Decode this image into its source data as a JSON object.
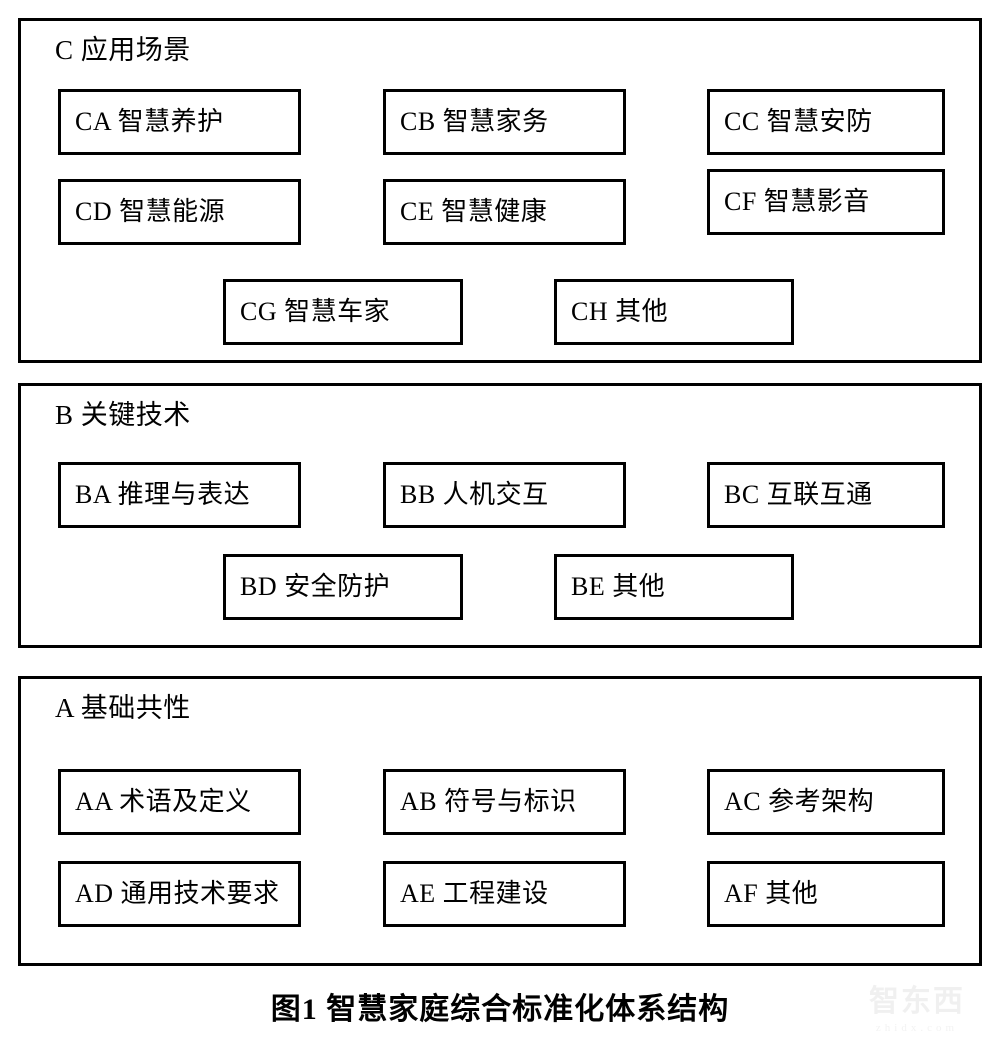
{
  "figure": {
    "caption": "图1 智慧家庭综合标准化体系结构",
    "sections": [
      {
        "id": "C",
        "title": "C 应用场景",
        "items": [
          {
            "code": "CA",
            "label": "CA 智慧养护"
          },
          {
            "code": "CB",
            "label": "CB 智慧家务"
          },
          {
            "code": "CC",
            "label": "CC 智慧安防"
          },
          {
            "code": "CD",
            "label": "CD 智慧能源"
          },
          {
            "code": "CE",
            "label": "CE 智慧健康"
          },
          {
            "code": "CF",
            "label": "CF 智慧影音"
          },
          {
            "code": "CG",
            "label": "CG 智慧车家"
          },
          {
            "code": "CH",
            "label": "CH  其他"
          }
        ]
      },
      {
        "id": "B",
        "title": "B 关键技术",
        "items": [
          {
            "code": "BA",
            "label": "BA 推理与表达"
          },
          {
            "code": "BB",
            "label": "BB 人机交互"
          },
          {
            "code": "BC",
            "label": "BC 互联互通"
          },
          {
            "code": "BD",
            "label": "BD 安全防护"
          },
          {
            "code": "BE",
            "label": "BE 其他"
          }
        ]
      },
      {
        "id": "A",
        "title": "A 基础共性",
        "items": [
          {
            "code": "AA",
            "label": "AA 术语及定义"
          },
          {
            "code": "AB",
            "label": "AB 符号与标识"
          },
          {
            "code": "AC",
            "label": "AC 参考架构"
          },
          {
            "code": "AD",
            "label": "AD 通用技术要求"
          },
          {
            "code": "AE",
            "label": "AE 工程建设"
          },
          {
            "code": "AF",
            "label": "AF 其他"
          }
        ]
      }
    ]
  },
  "watermark": {
    "brand": "智东西",
    "site": "zhidx.com"
  },
  "colors": {
    "stroke": "#000000",
    "background": "#ffffff",
    "text": "#000000"
  }
}
